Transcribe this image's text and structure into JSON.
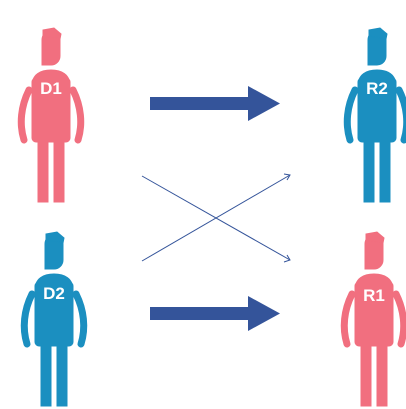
{
  "colors": {
    "pink": "#f16f7f",
    "blue": "#1b8fc0",
    "arrow": "#34549a",
    "cross": "#34549a",
    "background": "#ffffff"
  },
  "people": [
    {
      "id": "donor-1",
      "label": "D1",
      "color": "pink"
    },
    {
      "id": "donor-2",
      "label": "D2",
      "color": "blue"
    },
    {
      "id": "recipient-2",
      "label": "R2",
      "color": "blue"
    },
    {
      "id": "recipient-1",
      "label": "R1",
      "color": "pink"
    }
  ]
}
